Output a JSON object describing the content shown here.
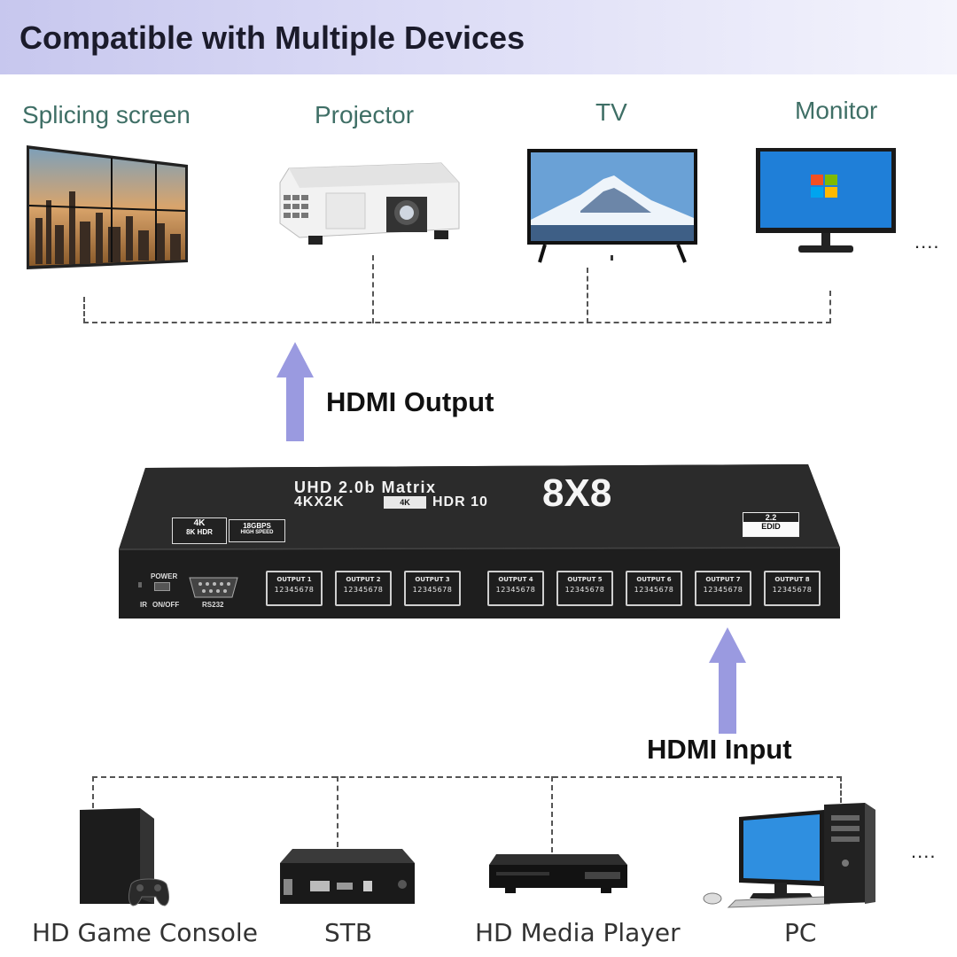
{
  "banner": {
    "title": "Compatible with Multiple Devices"
  },
  "outputs": {
    "devices": [
      {
        "label": "Splicing screen",
        "icon": "video-wall-icon"
      },
      {
        "label": "Projector",
        "icon": "projector-icon"
      },
      {
        "label": "TV",
        "icon": "tv-icon"
      },
      {
        "label": "Monitor",
        "icon": "monitor-icon"
      }
    ],
    "more": "....",
    "arrow_label": "HDMI Output"
  },
  "device": {
    "title_line1": "UHD 2.0b Matrix",
    "title_line2_left": "4KX2K",
    "title_line2_right": "HDR 10",
    "model": "8X8",
    "badge_4k_top": "4K",
    "badge_4k_bottom": "8K HDR",
    "badge_speed_top": "18GBPS",
    "badge_speed_bottom": "HIGH SPEED",
    "badge_hdr": "4K",
    "edid_version": "2.2",
    "edid_label": "EDID",
    "power_label": "POWER",
    "ir_label": "IR",
    "onoff_label": "ON/OFF",
    "rs232_label": "RS232",
    "port_numbers": "12345678",
    "ports": [
      "OUTPUT 1",
      "OUTPUT 2",
      "OUTPUT 3",
      "OUTPUT 4",
      "OUTPUT 5",
      "OUTPUT 6",
      "OUTPUT 7",
      "OUTPUT 8"
    ]
  },
  "inputs": {
    "arrow_label": "HDMI Input",
    "devices": [
      {
        "label": "HD Game Console",
        "icon": "game-console-icon"
      },
      {
        "label": "STB",
        "icon": "set-top-box-icon"
      },
      {
        "label": "HD Media Player",
        "icon": "media-player-icon"
      },
      {
        "label": "PC",
        "icon": "pc-icon"
      }
    ],
    "more": "...."
  },
  "colors": {
    "banner": "#c7c7ee",
    "arrow": "#9a9ae0",
    "label_top": "#3f6f66",
    "device_body": "#1e1e1e"
  }
}
